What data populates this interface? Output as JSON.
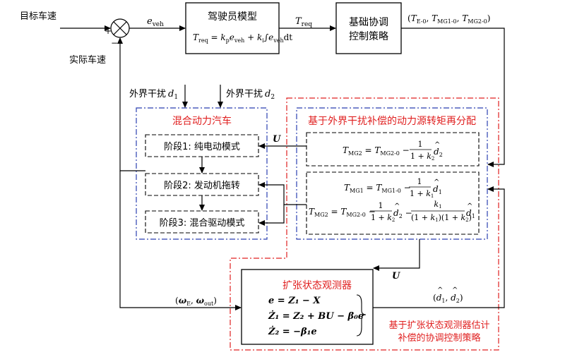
{
  "colors": {
    "line": "#000000",
    "red_dash": "#e02020",
    "blue_dashdot": "#2b3fb0",
    "title_red": "#e02020",
    "black_dash": "#000000"
  },
  "inputs": {
    "target_speed": "目标车速",
    "actual_speed": "实际车速",
    "plus": "+",
    "minus": "−"
  },
  "signals": {
    "e_veh_sym": "e",
    "e_veh_sub": "veh",
    "t_req_sym": "T",
    "t_req_sub": "req",
    "base_out": "(T",
    "base_out_e0": "E-0",
    "base_out_mg1": "MG1-0",
    "base_out_mg2": "MG2-0",
    "u": "U",
    "u2": "U",
    "omega": "(ω",
    "omega_e": "E",
    "omega_out": "out",
    "d_hat": "(d",
    "d_hat_1": "1",
    "d_hat_2": "2"
  },
  "driver_model": {
    "title": "驾驶员模型",
    "eq_lhs": "T",
    "eq_lhs_sub": "req",
    "eq_rhs_k": "k",
    "eq_rhs_kp": "p",
    "eq_rhs_e": "e",
    "eq_rhs_veh": "veh",
    "eq_rhs_ki": "i",
    "eq_tail": "dt"
  },
  "base_strategy": {
    "line1": "基础协调",
    "line2": "控制策略"
  },
  "disturbances": {
    "d1_label": "外界干扰",
    "d1_sym": "d",
    "d1_sub": "1",
    "d2_label": "外界干扰",
    "d2_sym": "d",
    "d2_sub": "2"
  },
  "hev": {
    "title": "混合动力汽车",
    "stage1": "阶段1: 纯电动模式",
    "stage2": "阶段2: 发动机拖转",
    "stage3": "阶段3: 混合驱动模式"
  },
  "redistribution": {
    "title": "基于外界干扰补偿的动力源转矩再分配",
    "eq1_lhs": "T",
    "eq1_lhs_sub": "MG2",
    "eq1_rhs": "T",
    "eq1_rhs_sub": "MG2-0",
    "eq2_lhs": "T",
    "eq2_lhs_sub": "MG1",
    "eq2_rhs": "T",
    "eq2_rhs_sub": "MG1-0",
    "eq3_lhs": "T",
    "eq3_lhs_sub": "MG2",
    "eq3_rhs": "T",
    "eq3_rhs_sub": "MG2-0",
    "one": "1",
    "k1": "k",
    "sub1": "1",
    "sub2": "2",
    "plus_k": "1 + k"
  },
  "observer": {
    "title": "扩张状态观测器",
    "eq1": "e = Z₁ − X",
    "eq2": "Ż₁ = Z₂ + BU − β₀e",
    "eq3": "Ż₂ = −β₁e"
  },
  "strategy_label": {
    "line1": "基于扩张状态观测器估计",
    "line2": "补偿的协调控制策略"
  }
}
